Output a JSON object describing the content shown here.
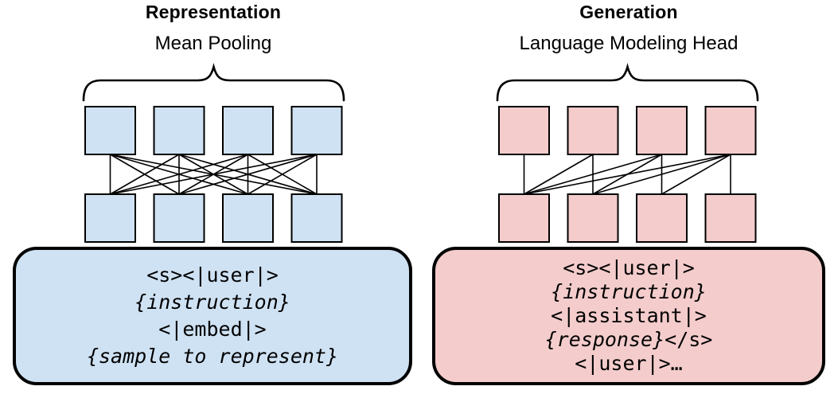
{
  "figure": {
    "stroke_color": "#000000",
    "background": "#ffffff",
    "representation": {
      "title": "Representation",
      "subtitle": "Mean Pooling",
      "box_fill": "#cfe2f3",
      "attention": {
        "type": "bidirectional",
        "tokens_per_row": 4,
        "edges": [
          [
            0,
            0
          ],
          [
            0,
            1
          ],
          [
            0,
            2
          ],
          [
            0,
            3
          ],
          [
            1,
            0
          ],
          [
            1,
            1
          ],
          [
            1,
            2
          ],
          [
            1,
            3
          ],
          [
            2,
            0
          ],
          [
            2,
            1
          ],
          [
            2,
            2
          ],
          [
            2,
            3
          ],
          [
            3,
            0
          ],
          [
            3,
            1
          ],
          [
            3,
            2
          ],
          [
            3,
            3
          ]
        ]
      },
      "prompt_lines": [
        [
          {
            "text": "<s><|user|>",
            "italic": false
          }
        ],
        [
          {
            "text": "{instruction}",
            "italic": true
          }
        ],
        [
          {
            "text": "<|embed|>",
            "italic": false
          }
        ],
        [
          {
            "text": "{sample to represent}",
            "italic": true
          }
        ]
      ]
    },
    "generation": {
      "title": "Generation",
      "subtitle": "Language Modeling Head",
      "box_fill": "#f4cccc",
      "attention": {
        "type": "causal",
        "tokens_per_row": 4,
        "edges": [
          [
            0,
            0
          ],
          [
            0,
            1
          ],
          [
            0,
            2
          ],
          [
            0,
            3
          ],
          [
            1,
            1
          ],
          [
            1,
            2
          ],
          [
            1,
            3
          ],
          [
            2,
            2
          ],
          [
            2,
            3
          ],
          [
            3,
            3
          ]
        ]
      },
      "prompt_lines": [
        [
          {
            "text": "<s><|user|>",
            "italic": false
          }
        ],
        [
          {
            "text": "{instruction}",
            "italic": true
          }
        ],
        [
          {
            "text": "<|assistant|>",
            "italic": false
          }
        ],
        [
          {
            "text": "{response}",
            "italic": true
          },
          {
            "text": "</s>",
            "italic": false
          }
        ],
        [
          {
            "text": "<|user|>…",
            "italic": false
          }
        ]
      ]
    }
  }
}
